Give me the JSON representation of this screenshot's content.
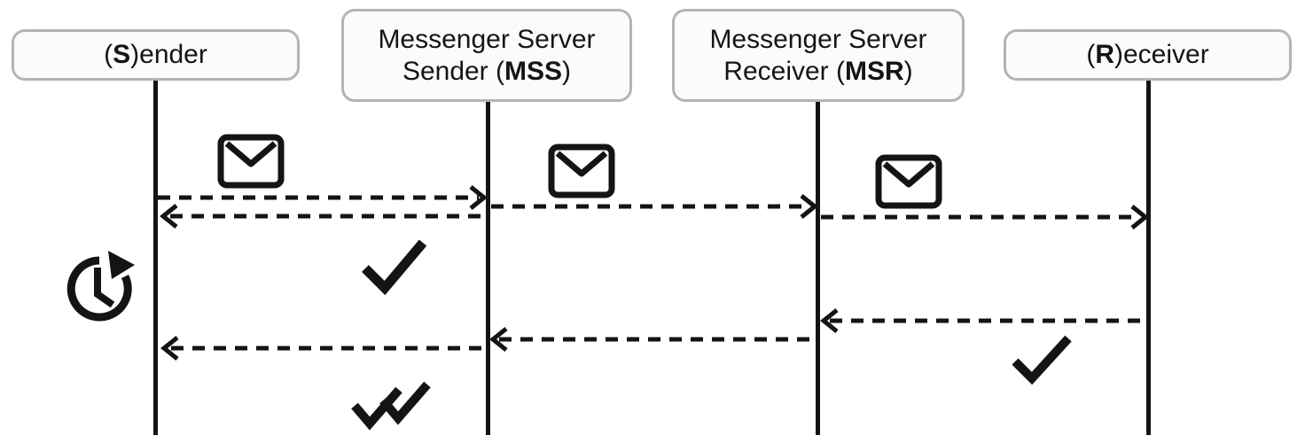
{
  "diagram": {
    "type": "sequence-diagram",
    "background_color": "#ffffff",
    "line_color": "#141414",
    "box_border_color": "#b4b4b4",
    "box_fill_color": "#fbfbfb"
  },
  "actors": {
    "sender": {
      "pre": "(",
      "key": "S",
      "post": ")ender"
    },
    "mss": {
      "line1": "Messenger Server",
      "pre": "Sender (",
      "key": "MSS",
      "post": ")"
    },
    "msr": {
      "line1": "Messenger Server",
      "pre": "Receiver (",
      "key": "MSR",
      "post": ")"
    },
    "receiver": {
      "pre": "(",
      "key": "R",
      "post": ")eceiver"
    }
  },
  "messages": [
    {
      "from": "sender",
      "to": "mss",
      "style": "dashed",
      "icon": "envelope-icon"
    },
    {
      "from": "mss",
      "to": "sender",
      "style": "dashed",
      "icon": "check-icon"
    },
    {
      "from": "mss",
      "to": "msr",
      "style": "dashed",
      "icon": "envelope-icon"
    },
    {
      "from": "msr",
      "to": "receiver",
      "style": "dashed",
      "icon": "envelope-icon"
    },
    {
      "from": "receiver",
      "to": "msr",
      "style": "dashed",
      "icon": "check-icon"
    },
    {
      "from": "msr",
      "to": "mss",
      "style": "dashed",
      "icon": null
    },
    {
      "from": "mss",
      "to": "sender",
      "style": "dashed",
      "icon": "double-check-icon"
    }
  ],
  "icons": [
    {
      "name": "envelope-icon",
      "count": 3
    },
    {
      "name": "clock-retry-icon",
      "count": 1
    },
    {
      "name": "check-icon",
      "count": 2
    },
    {
      "name": "double-check-icon",
      "count": 1
    }
  ]
}
